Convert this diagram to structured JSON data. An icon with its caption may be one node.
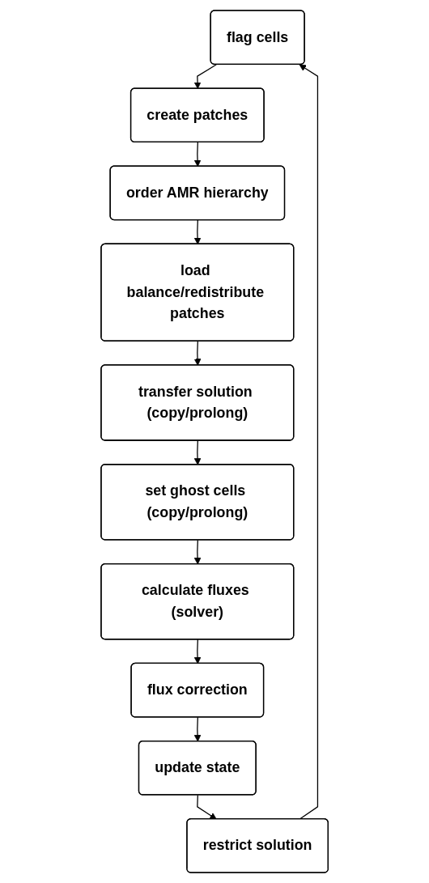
{
  "diagram": {
    "nodes": [
      {
        "text": [
          "flag cells"
        ]
      },
      {
        "text": [
          "create patches"
        ]
      },
      {
        "text": [
          "order AMR hierarchy"
        ]
      },
      {
        "text": [
          "load balance/redistribute patches"
        ]
      },
      {
        "text": [
          "transfer solution (copy/prolong)"
        ]
      },
      {
        "text": [
          "set ghost cells (copy/prolong)"
        ]
      },
      {
        "text": [
          "calculate fluxes (solver)"
        ]
      },
      {
        "text": [
          "flux correction"
        ]
      },
      {
        "text": [
          "update state"
        ]
      },
      {
        "text": [
          "restrict solution"
        ]
      }
    ],
    "edges": [
      {
        "from": 0,
        "to": 1,
        "arrow": "to"
      },
      {
        "from": 1,
        "to": 2,
        "arrow": "to"
      },
      {
        "from": 2,
        "to": 3,
        "arrow": "to"
      },
      {
        "from": 3,
        "to": 4,
        "arrow": "to"
      },
      {
        "from": 4,
        "to": 5,
        "arrow": "to"
      },
      {
        "from": 5,
        "to": 6,
        "arrow": "to"
      },
      {
        "from": 6,
        "to": 7,
        "arrow": "to"
      },
      {
        "from": 7,
        "to": 8,
        "arrow": "to"
      },
      {
        "from": 8,
        "to": 9,
        "arrow": "to"
      },
      {
        "from": 9,
        "to": 0,
        "arrow": "to"
      }
    ]
  }
}
